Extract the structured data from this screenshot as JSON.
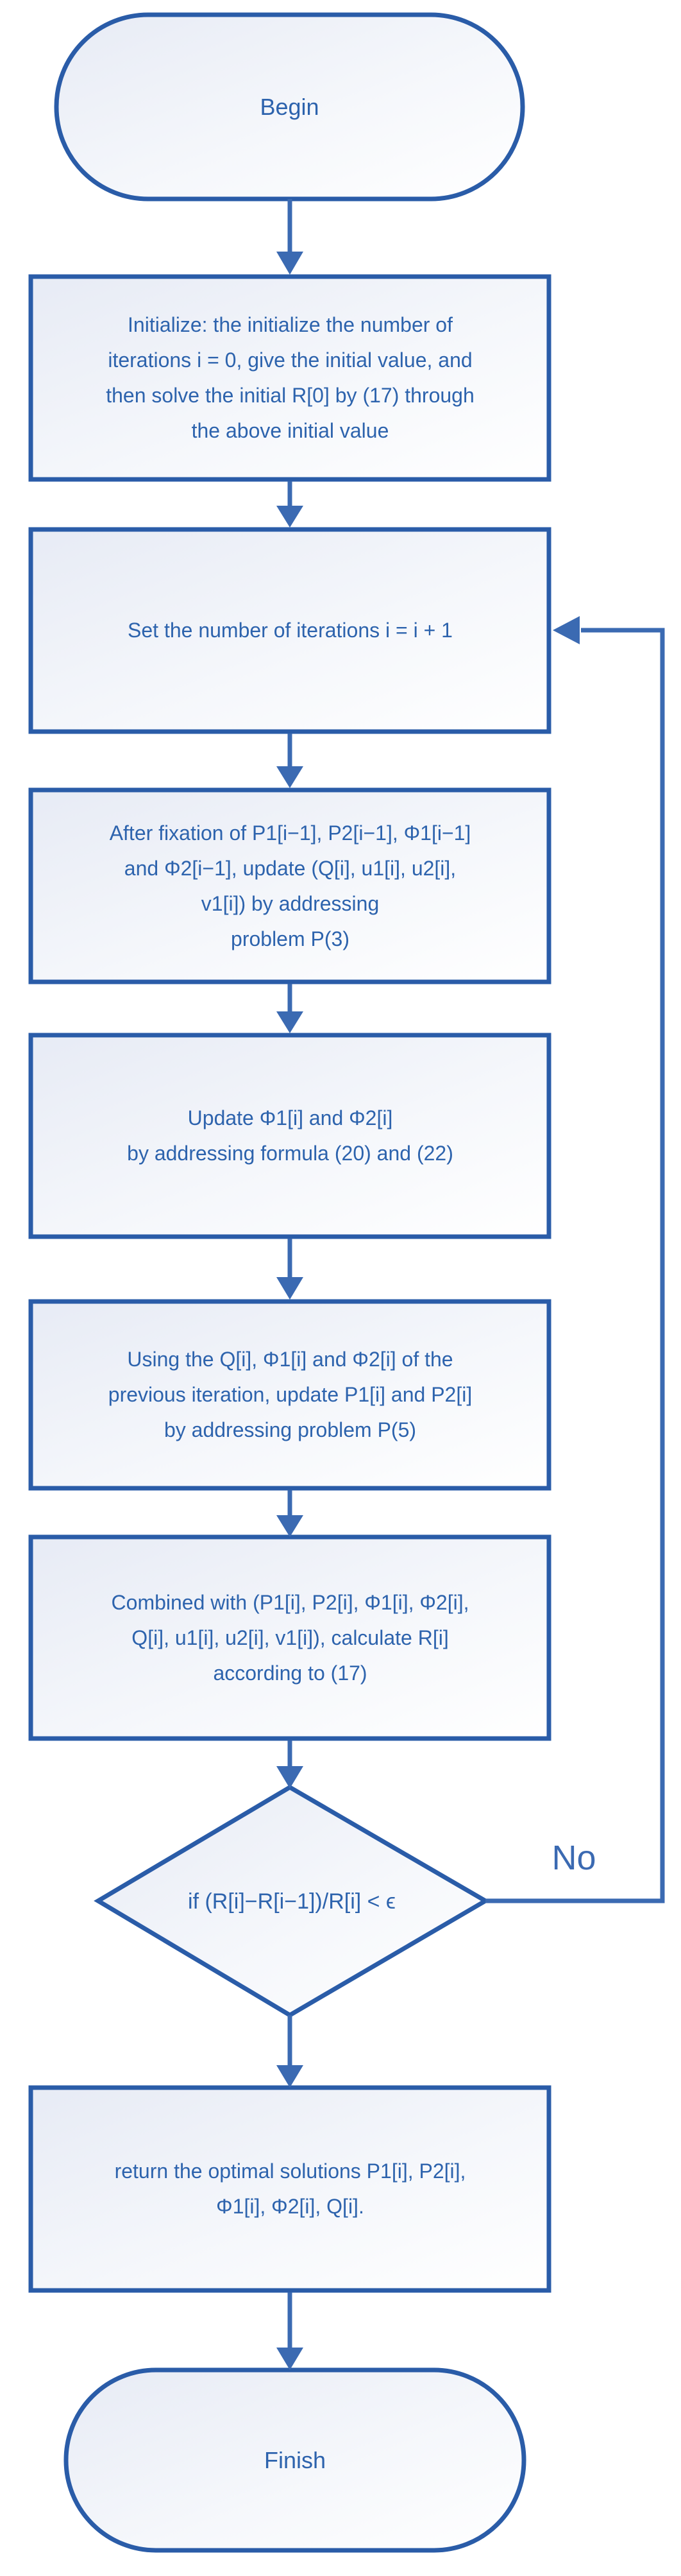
{
  "diagram": {
    "kind": "flowchart",
    "colors": {
      "shape_border": "#2a5ca8",
      "arrow": "#3b6ab2",
      "text": "#2d63ad",
      "fill_gradient_start": "#e7ebf5",
      "fill_gradient_end": "#ffffff",
      "background": "#ffffff"
    },
    "nodes": {
      "begin": {
        "type": "terminator",
        "label": "Begin"
      },
      "initialize": {
        "type": "process",
        "label": "Initialize: the initialize the number of iterations i = 0, give the initial value, and then solve the initial R[0] by (17) through the above initial value",
        "lines": [
          "Initialize: the initialize the number of",
          "iterations i = 0, give the initial value, and",
          "then solve the initial R[0] by (17) through",
          "the above initial value"
        ]
      },
      "set_iterations": {
        "type": "process",
        "label": "Set the number of iterations i = i + 1",
        "lines": [
          "Set the number of iterations i = i + 1"
        ]
      },
      "update_q": {
        "type": "process",
        "label": "After fixation of P1[i−1], P2[i−1], Φ1[i−1] and Φ2[i−1], update (Q[i], u1[i], u2[i], v1[i]) by addressing problem P(3)",
        "lines": [
          "After fixation of P1[i−1], P2[i−1], Φ1[i−1]",
          "and Φ2[i−1], update (Q[i], u1[i], u2[i],",
          "v1[i]) by addressing",
          "problem P(3)"
        ]
      },
      "update_phi": {
        "type": "process",
        "label": "Update Φ1[i] and Φ2[i] by addressing formula (20) and (22)",
        "lines": [
          "Update Φ1[i] and Φ2[i]",
          "by addressing formula (20) and (22)"
        ]
      },
      "update_p": {
        "type": "process",
        "label": "Using the Q[i], Φ1[i] and Φ2[i] of the previous iteration, update P1[i] and P2[i] by addressing problem P(5)",
        "lines": [
          "Using the Q[i], Φ1[i] and Φ2[i] of the",
          "previous iteration, update P1[i] and P2[i]",
          "by addressing problem P(5)"
        ]
      },
      "calculate_r": {
        "type": "process",
        "label": "Combined with (P1[i], P2[i], Φ1[i], Φ2[i], Q[i], u1[i], u2[i], v1[i]), calculate R[i] according to (17)",
        "lines": [
          "Combined with (P1[i], P2[i], Φ1[i], Φ2[i],",
          "Q[i], u1[i], u2[i], v1[i]), calculate R[i]",
          "according to (17)"
        ]
      },
      "decision": {
        "type": "decision",
        "label": "if (R[i]−R[i−1])/R[i] < ϵ"
      },
      "return_solutions": {
        "type": "process",
        "label": "return the optimal solutions P1[i], P2[i], Φ1[i], Φ2[i], Q[i].",
        "lines": [
          "return the optimal solutions P1[i], P2[i],",
          "Φ1[i], Φ2[i], Q[i]."
        ]
      },
      "finish": {
        "type": "terminator",
        "label": "Finish"
      }
    },
    "edges": {
      "no_branch_label": "No"
    }
  }
}
